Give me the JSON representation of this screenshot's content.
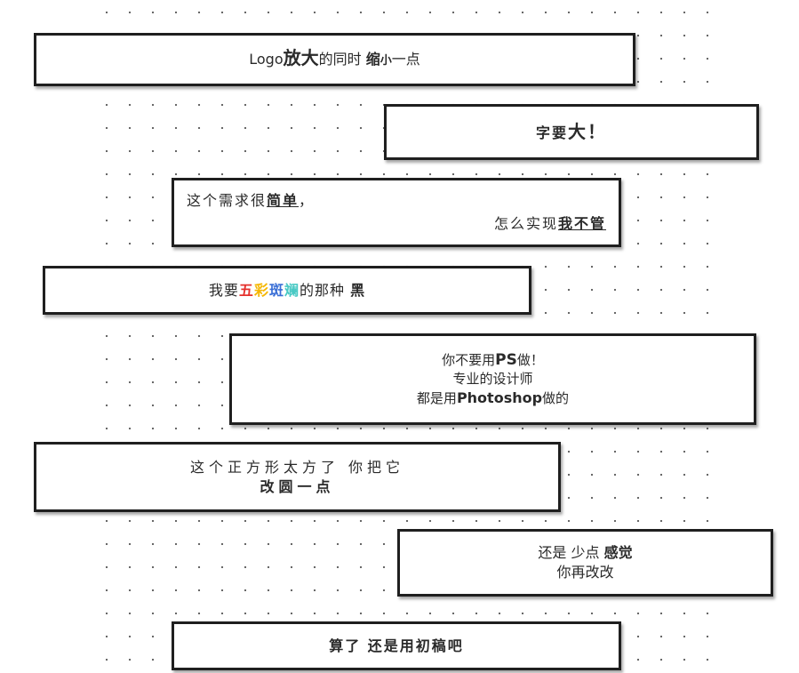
{
  "cards": {
    "c1": {
      "a": "Logo",
      "b": "放大",
      "c": "的同时 ",
      "d": "缩",
      "e": "小",
      "f": "一点"
    },
    "c2": {
      "a": "字要",
      "b": "大！"
    },
    "c3": {
      "a": "这个需求很",
      "b": "简单",
      "c": "，",
      "d": "怎么实现",
      "e": "我不管"
    },
    "c4": {
      "a": "我要",
      "b1": "五",
      "b2": "彩",
      "b3": "斑",
      "b4": "斓",
      "c": "的那种  ",
      "d": "黑"
    },
    "c5": {
      "l1a": "你不要用",
      "l1b": "PS",
      "l1c": "做！",
      "l2": "专业的设计师",
      "l3a": "都是用",
      "l3b": "Photoshop",
      "l3c": "做的"
    },
    "c6": {
      "l1": "这个正方形太方了  你把它",
      "l2": "改圆一点"
    },
    "c7": {
      "a": "还是  少点  ",
      "b": "感觉",
      "l2": "你再改改"
    },
    "c8": {
      "a": "算了 还是用初稿吧"
    }
  },
  "colors": {
    "rainbow": [
      "#e5312d",
      "#f5b600",
      "#3a6fd6",
      "#48c9c4"
    ],
    "border": "#1f1f1f"
  }
}
